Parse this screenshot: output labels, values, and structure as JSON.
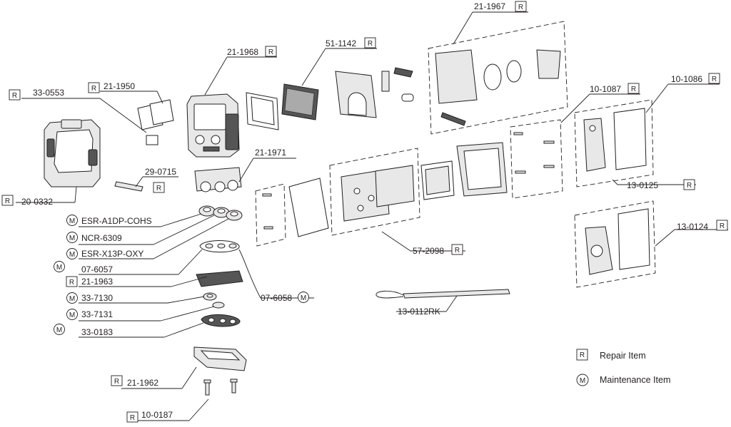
{
  "legend": {
    "repair_badge": "R",
    "repair_label": "Repair Item",
    "maintenance_badge": "M",
    "maintenance_label": "Maintenance Item"
  },
  "callouts": {
    "c21_1967": {
      "part": "21-1967",
      "badge": "R"
    },
    "c51_1142": {
      "part": "51-1142",
      "badge": "R"
    },
    "c21_1968": {
      "part": "21-1968",
      "badge": "R"
    },
    "c33_0553": {
      "part": "33-0553",
      "badge": "R"
    },
    "c21_1950": {
      "part": "21-1950",
      "badge": "R"
    },
    "c10_1087": {
      "part": "10-1087",
      "badge": "R"
    },
    "c10_1086": {
      "part": "10-1086",
      "badge": "R"
    },
    "c21_1971": {
      "part": "21-1971",
      "badge": ""
    },
    "c29_0715": {
      "part": "29-0715",
      "badge": "R"
    },
    "c20_0332": {
      "part": "20-0332",
      "badge": "R"
    },
    "c13_0125": {
      "part": "13-0125",
      "badge": "R"
    },
    "c13_0124": {
      "part": "13-0124",
      "badge": "R"
    },
    "c57_2098": {
      "part": "57-2098",
      "badge": "R"
    },
    "c07_6058": {
      "part": "07-6058",
      "badge": "M"
    },
    "c13_0112rk": {
      "part": "13-0112RK",
      "badge": ""
    },
    "cesr_a1dp": {
      "part": "ESR-A1DP-COHS",
      "badge": "M"
    },
    "cncr_6309": {
      "part": "NCR-6309",
      "badge": "M"
    },
    "cesr_x13p": {
      "part": "ESR-X13P-OXY",
      "badge": "M"
    },
    "c07_6057": {
      "part": "07-6057",
      "badge": "M"
    },
    "c21_1963": {
      "part": "21-1963",
      "badge": "R"
    },
    "c33_7130": {
      "part": "33-7130",
      "badge": "M"
    },
    "c33_7131": {
      "part": "33-7131",
      "badge": "M"
    },
    "c33_0183": {
      "part": "33-0183",
      "badge": "M"
    },
    "c21_1962": {
      "part": "21-1962",
      "badge": "R"
    },
    "c10_0187": {
      "part": "10-0187",
      "badge": "R"
    }
  }
}
